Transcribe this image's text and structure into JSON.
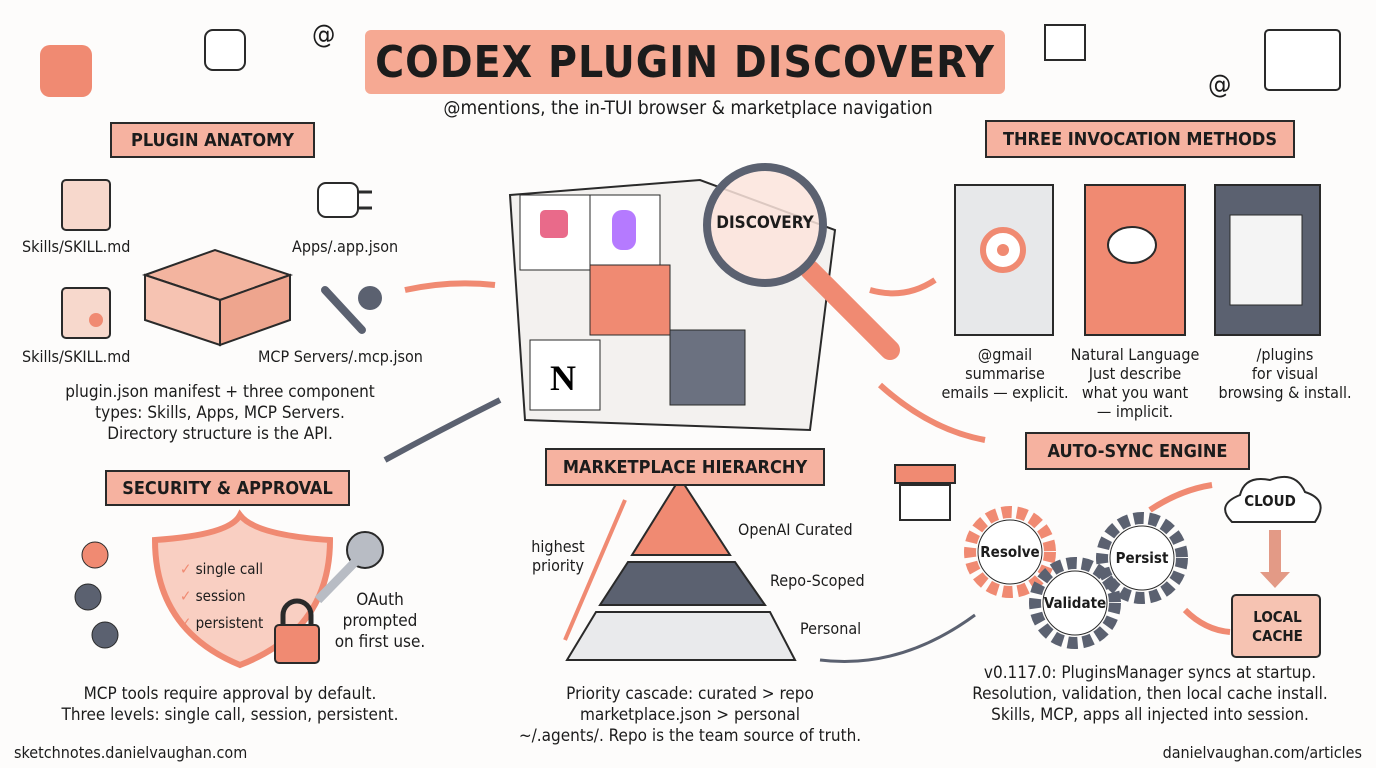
{
  "title": "CODEX PLUGIN DISCOVERY",
  "subtitle": "@mentions, the in-TUI browser & marketplace navigation",
  "center": {
    "magnifier_label": "DISCOVERY"
  },
  "plugin_anatomy": {
    "heading": "PLUGIN ANATOMY",
    "labels": [
      "Skills/SKILL.md",
      "Apps/.app.json",
      "Skills/SKILL.md",
      "MCP Servers/.mcp.json"
    ],
    "description": [
      "plugin.json manifest + three component",
      "types: Skills, Apps, MCP Servers.",
      "Directory structure is the API."
    ]
  },
  "security": {
    "heading": "SECURITY & APPROVAL",
    "levels": [
      "single call",
      "session",
      "persistent"
    ],
    "oauth": [
      "OAuth",
      "prompted",
      "on first use."
    ],
    "description": [
      "MCP tools require approval by default.",
      "Three levels: single call, session, persistent."
    ]
  },
  "invocation": {
    "heading": "THREE INVOCATION METHODS",
    "methods": [
      {
        "lines": [
          "@gmail",
          "summarise",
          "emails — explicit."
        ]
      },
      {
        "lines": [
          "Natural Language",
          "Just describe",
          "what you want",
          "— implicit."
        ]
      },
      {
        "lines": [
          "/plugins",
          "for visual",
          "browsing & install."
        ]
      }
    ]
  },
  "marketplace": {
    "heading": "MARKETPLACE HIERARCHY",
    "priority_label": [
      "highest",
      "priority"
    ],
    "tiers": [
      "OpenAI Curated",
      "Repo-Scoped",
      "Personal"
    ],
    "description": [
      "Priority cascade: curated > repo",
      "marketplace.json > personal",
      "~/.agents/. Repo is the team source of truth."
    ]
  },
  "autosync": {
    "heading": "AUTO-SYNC ENGINE",
    "gears": [
      "Resolve",
      "Validate",
      "Persist"
    ],
    "cloud": "CLOUD",
    "cache": [
      "LOCAL",
      "CACHE"
    ],
    "description": [
      "v0.117.0: PluginsManager syncs at startup.",
      "Resolution, validation, then local cache install.",
      "Skills, MCP, apps all injected into session."
    ]
  },
  "footer": {
    "left": "sketchnotes.danielvaughan.com",
    "right": "danielvaughan.com/articles"
  },
  "colors": {
    "accent": "#f08a72",
    "banner": "#f6b2a0",
    "gray": "#5b6170",
    "ink": "#1c1c1c"
  }
}
